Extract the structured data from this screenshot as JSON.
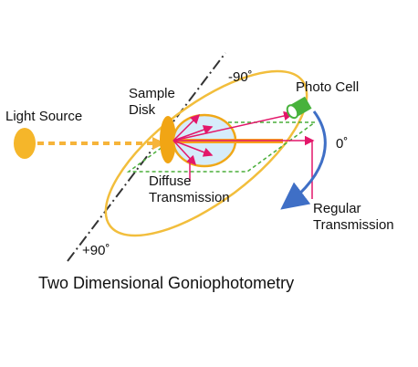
{
  "labels": {
    "light_source": "Light Source",
    "sample_line1": "Sample",
    "sample_line2": "Disk",
    "photo_cell": "Photo Cell",
    "angle_minus90": "-90˚",
    "angle_zero": "0˚",
    "angle_plus90": "+90˚",
    "diffuse_line1": "Diffuse",
    "diffuse_line2": "Transmission",
    "regular_line1": "Regular",
    "regular_line2": "Transmission"
  },
  "caption": "Two Dimensional Goniophotometry",
  "colors": {
    "orbit": "#f2be3c",
    "light_source": "#f5b62a",
    "sample_disk": "#f1a514",
    "beam": "#f6b43a",
    "diffuse_fill": "#d6ecfa",
    "diffuse_outline": "#f0a818",
    "plane_dash": "#4aae3a",
    "arrows": "#e3176a",
    "photo_cell": "#48b23c",
    "rotation_arrow": "#3f6fc6",
    "axis_line": "#333333"
  }
}
